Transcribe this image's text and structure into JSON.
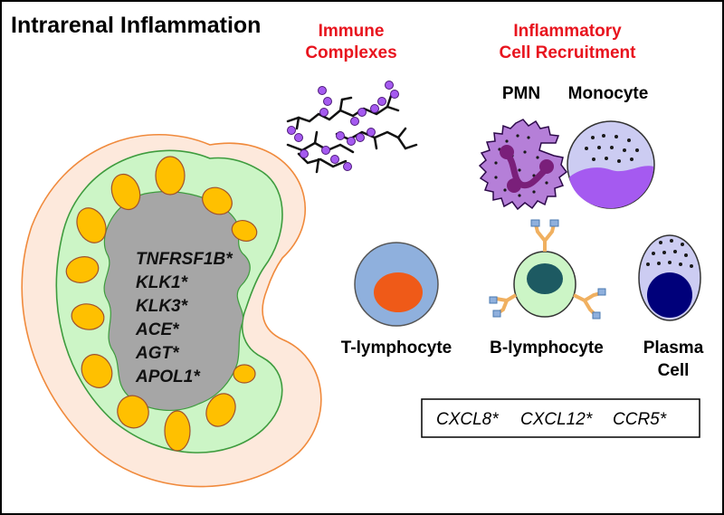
{
  "title": "Intrarenal Inflammation",
  "immune_complexes": {
    "line1": "Immune",
    "line2": "Complexes"
  },
  "recruitment": {
    "line1": "Inflammatory",
    "line2": "Cell Recruitment"
  },
  "cells": {
    "pmn": "PMN",
    "monocyte": "Monocyte",
    "t_lymphocyte": "T-lymphocyte",
    "b_lymphocyte": "B-lymphocyte",
    "plasma_line1": "Plasma",
    "plasma_line2": "Cell"
  },
  "kidney_genes": [
    "TNFRSF1B*",
    "KLK1*",
    "KLK3*",
    "ACE*",
    "AGT*",
    "APOL1*"
  ],
  "chemokine_genes": [
    "CXCL8*",
    "CXCL12*",
    "CCR5*"
  ],
  "colors": {
    "red_label": "#e8141e",
    "kidney_outer": "#fde9dc",
    "kidney_outer_stroke": "#f08a3c",
    "kidney_green": "#ccf5c6",
    "kidney_green_stroke": "#3e9c3e",
    "medulla_gray": "#a6a6a6",
    "glomerulus": "#ffc000",
    "pmn_purple": "#b57fd8",
    "monocyte": "#a55af0",
    "t_cell_outer": "#8fb0dd",
    "t_cell_nucleus": "#ef5a18",
    "b_cell_nucleus": "#1d5a62",
    "plasma_nucleus": "#00007a"
  }
}
